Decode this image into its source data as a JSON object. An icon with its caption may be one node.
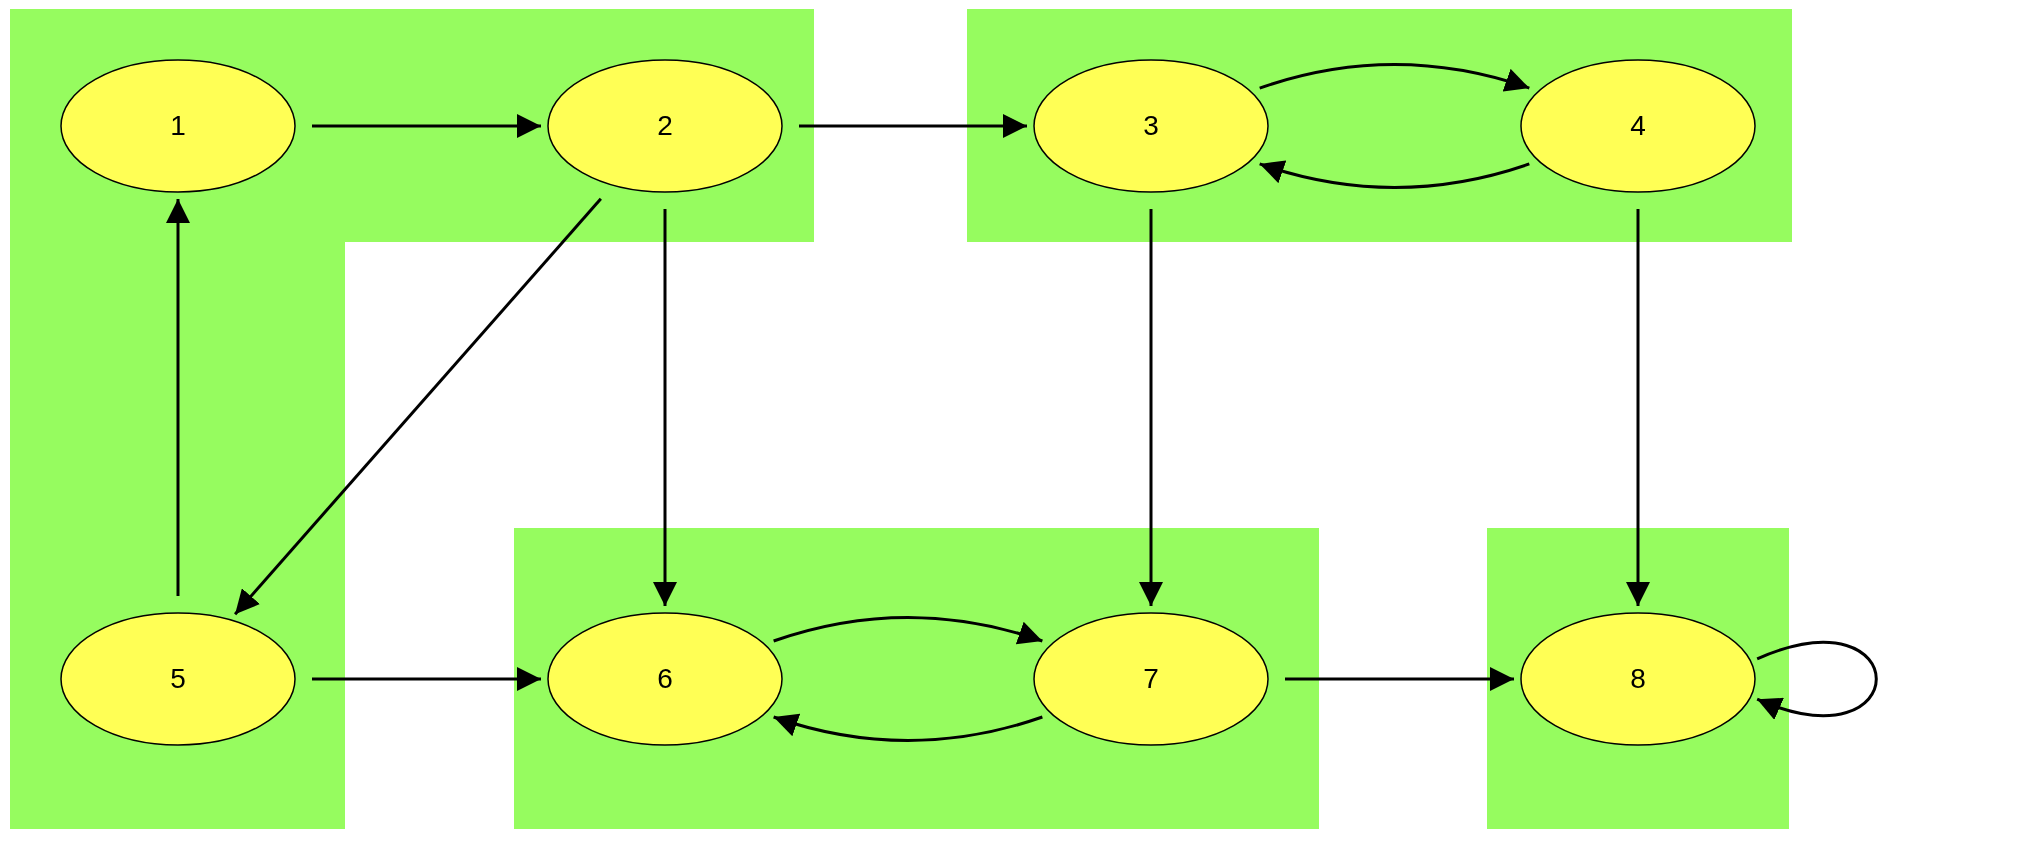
{
  "diagram": {
    "nodes": [
      {
        "text": [],
        "shape": "band"
      },
      {
        "text": [
          "1"
        ],
        "in": 0
      },
      {
        "text": [
          "2"
        ],
        "in": 0
      },
      {
        "text": [
          "5"
        ],
        "in": 0
      },
      {
        "text": [],
        "shape": "box"
      },
      {
        "text": [
          "3"
        ],
        "in": 4
      },
      {
        "text": [
          "4"
        ],
        "in": 4
      },
      {
        "text": [],
        "shape": "box"
      },
      {
        "text": [
          "6"
        ],
        "in": 7
      },
      {
        "text": [
          "7"
        ],
        "in": 7
      },
      {
        "text": [],
        "shape": "box"
      },
      {
        "text": [
          "8"
        ],
        "in": 10
      }
    ],
    "edges": [
      {
        "from": 1,
        "to": 2,
        "arrow": "to"
      },
      {
        "from": 2,
        "to": 5,
        "arrow": "to"
      },
      {
        "from": 5,
        "to": 6,
        "arrow": "to"
      },
      {
        "from": 6,
        "to": 5,
        "arrow": "to"
      },
      {
        "from": 2,
        "to": 3,
        "arrow": "to"
      },
      {
        "from": 2,
        "to": 8,
        "arrow": "to"
      },
      {
        "from": 5,
        "to": 9,
        "arrow": "to"
      },
      {
        "from": 6,
        "to": 11,
        "arrow": "to"
      },
      {
        "from": 3,
        "to": 1,
        "arrow": "to"
      },
      {
        "from": 3,
        "to": 8,
        "arrow": "to"
      },
      {
        "from": 8,
        "to": 9,
        "arrow": "to"
      },
      {
        "from": 9,
        "to": 8,
        "arrow": "to"
      },
      {
        "from": 9,
        "to": 11,
        "arrow": "to"
      },
      {
        "from": 11,
        "to": 11,
        "arrow": "to"
      }
    ]
  }
}
